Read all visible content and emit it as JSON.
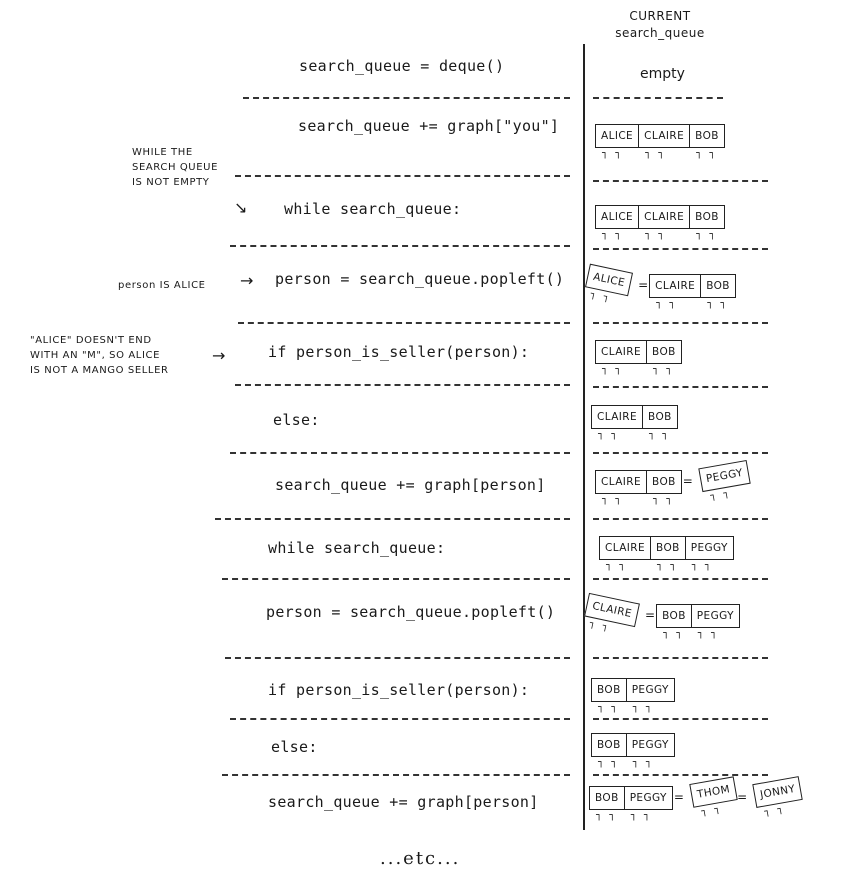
{
  "header": {
    "line1": "CURRENT",
    "line2": "search_queue"
  },
  "empty_label": "empty",
  "footer": "...etc...",
  "link_symbol": "=",
  "steps": [
    {
      "code": "search_queue = deque()",
      "queue": []
    },
    {
      "code": "search_queue += graph[\"you\"]",
      "queue": [
        "ALICE",
        "CLAIRE",
        "BOB"
      ]
    },
    {
      "code": "while search_queue:",
      "queue": [
        "ALICE",
        "CLAIRE",
        "BOB"
      ]
    },
    {
      "code": "person = search_queue.popleft()",
      "queue": [
        "CLAIRE",
        "BOB"
      ],
      "removed": "ALICE"
    },
    {
      "code": "if person_is_seller(person):",
      "queue": [
        "CLAIRE",
        "BOB"
      ]
    },
    {
      "code": "else:",
      "queue": [
        "CLAIRE",
        "BOB"
      ]
    },
    {
      "code": "search_queue += graph[person]",
      "queue": [
        "CLAIRE",
        "BOB"
      ],
      "added": [
        "PEGGY"
      ]
    },
    {
      "code": "while search_queue:",
      "queue": [
        "CLAIRE",
        "BOB",
        "PEGGY"
      ]
    },
    {
      "code": "person = search_queue.popleft()",
      "queue": [
        "BOB",
        "PEGGY"
      ],
      "removed": "CLAIRE"
    },
    {
      "code": "if person_is_seller(person):",
      "queue": [
        "BOB",
        "PEGGY"
      ]
    },
    {
      "code": "else:",
      "queue": [
        "BOB",
        "PEGGY"
      ]
    },
    {
      "code": "search_queue += graph[person]",
      "queue": [
        "BOB",
        "PEGGY"
      ],
      "added": [
        "THOM",
        "JONNY"
      ]
    }
  ],
  "notes": [
    {
      "text": "WHILE THE\nSEARCH QUEUE\nIS NOT EMPTY",
      "arrow": "↘"
    },
    {
      "text": "person IS ALICE",
      "arrow": "→"
    },
    {
      "text": "\"ALICE\" DOESN'T END\nWITH AN \"M\", SO ALICE\nIS NOT A MANGO SELLER",
      "arrow": "→"
    }
  ]
}
